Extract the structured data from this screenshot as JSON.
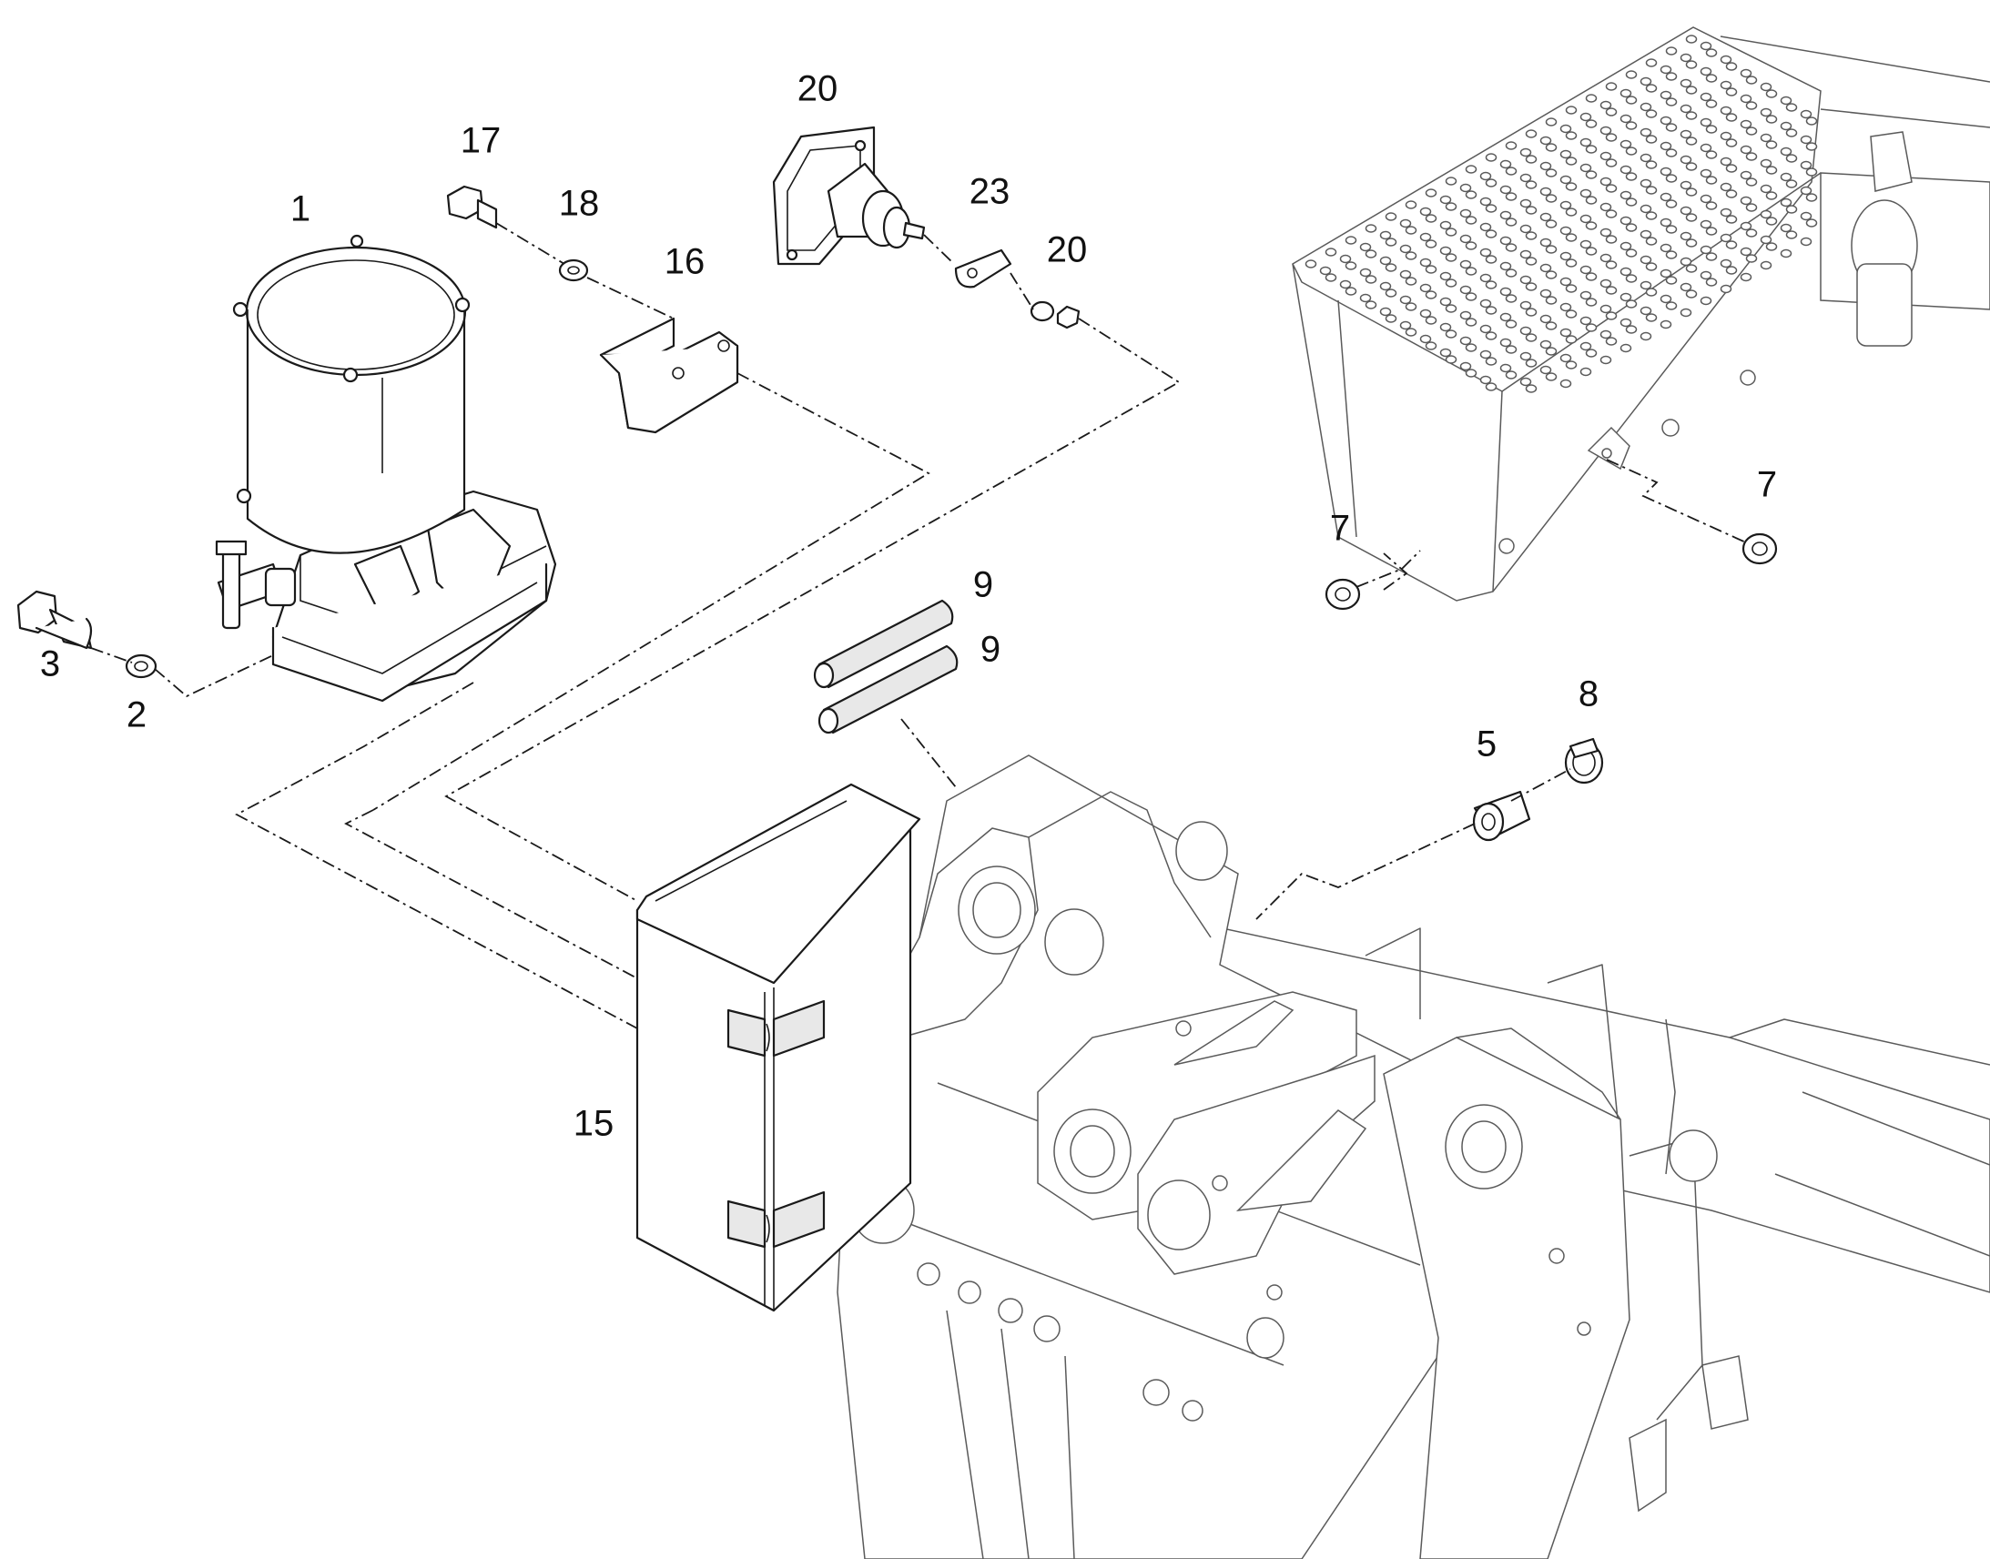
{
  "callouts": [
    {
      "id": "c1",
      "label": "1"
    },
    {
      "id": "c2",
      "label": "2"
    },
    {
      "id": "c3",
      "label": "3"
    },
    {
      "id": "c5",
      "label": "5"
    },
    {
      "id": "c7a",
      "label": "7"
    },
    {
      "id": "c7b",
      "label": "7"
    },
    {
      "id": "c8",
      "label": "8"
    },
    {
      "id": "c9a",
      "label": "9"
    },
    {
      "id": "c9b",
      "label": "9"
    },
    {
      "id": "c15",
      "label": "15"
    },
    {
      "id": "c16",
      "label": "16"
    },
    {
      "id": "c17",
      "label": "17"
    },
    {
      "id": "c18",
      "label": "18"
    },
    {
      "id": "c20a",
      "label": "20"
    },
    {
      "id": "c20b",
      "label": "20"
    },
    {
      "id": "c23",
      "label": "23"
    }
  ]
}
